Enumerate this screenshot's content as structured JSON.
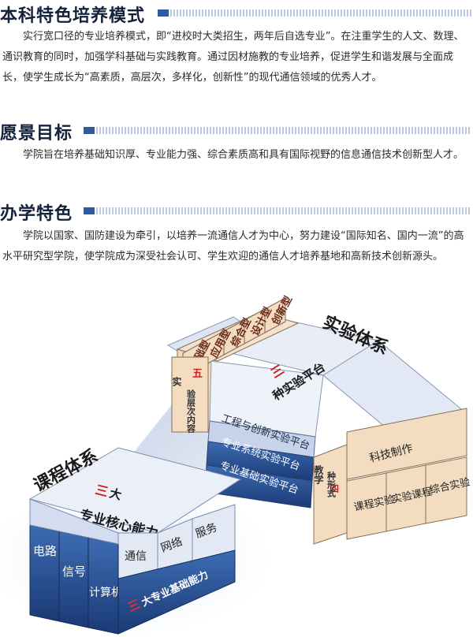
{
  "sections": [
    {
      "title": "本科特色培养模式",
      "text": "实行宽口径的专业培养模式，即“进校时大类招生，两年后自选专业”。在注重学生的人文、数理、通识教育的同时，加强学科基础与实践教育。通过因材施教的专业培养，促进学生和谐发展与全面成长，使学生成长为“高素质，高层次，多样化，创新性”的现代通信领域的优秀人才。"
    },
    {
      "title": "愿景目标",
      "text": "学院旨在培养基础知识厚、专业能力强、综合素质高和具有国际视野的信息通信技术创新型人才。"
    },
    {
      "title": "办学特色",
      "text": "学院以国家、国防建设为牵引，以培养一流通信人才为中心，努力建设“国际知名、国内一流”的高水平研究型学院，使学院成为深受社会认可、学生欢迎的通信人才培养基地和高新技术创新源头。"
    }
  ],
  "diagram": {
    "exp_system_label": "实验体系",
    "three_platforms": {
      "num": "三",
      "rest": "种实验平台"
    },
    "platforms": [
      "工程与创新实验平台",
      "专业系统实验平台",
      "专业基础实验平台"
    ],
    "five_levels": {
      "pre": "实",
      "num": "五",
      "rest": "验层次内容"
    },
    "levels": [
      "基础型",
      "应用型",
      "综合型",
      "设计型",
      "创新型"
    ],
    "four_types": {
      "pre": "教学",
      "num": "四",
      "rest": "种形式"
    },
    "sci_prod": "科技制作",
    "bottom_cells": [
      "课程实验",
      "实验课程",
      "综合实验"
    ],
    "course_system_label": "课程体系",
    "three_prof": {
      "num": "三",
      "rest1": "大",
      "rest2": "专业核心能力"
    },
    "top_cells": [
      "通信",
      "网络",
      "服务"
    ],
    "left_cells": [
      "电路",
      "信号",
      "计算机"
    ],
    "basic": {
      "num": "三",
      "rest": "大专业基础能力"
    }
  }
}
